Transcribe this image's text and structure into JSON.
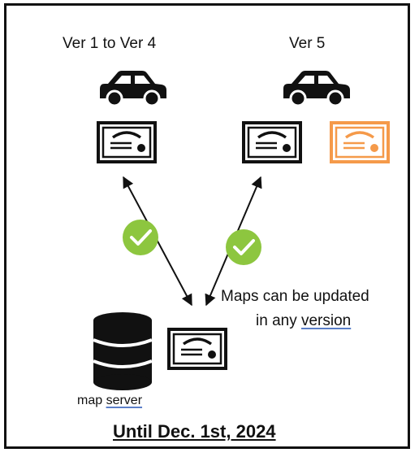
{
  "left_group": {
    "title": "Ver 1 to Ver 4"
  },
  "right_group": {
    "title": "Ver 5"
  },
  "note": {
    "line1": "Maps can be updated",
    "line2_prefix": "in any ",
    "line2_word": "version"
  },
  "server": {
    "label_prefix": "map ",
    "label_word": "server"
  },
  "footer": "Until Dec. 1st, 2024",
  "colors": {
    "black": "#111111",
    "orange": "#f59a4a",
    "check_green": "#8dc63f",
    "spell_underline": "#5b7fc8"
  },
  "icons": [
    "car-icon",
    "certificate-icon",
    "check-icon",
    "database-icon",
    "arrow-icon"
  ]
}
